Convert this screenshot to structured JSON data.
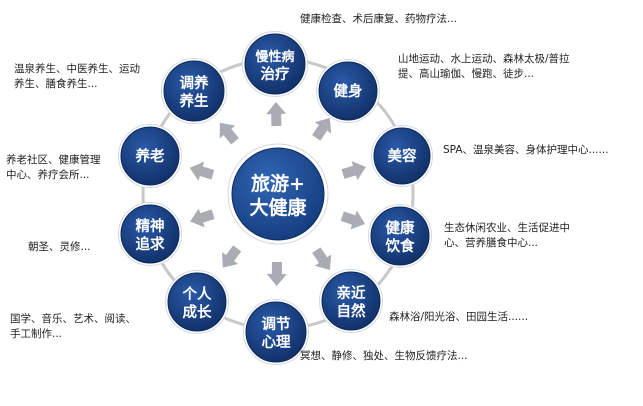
{
  "colors": {
    "node_fill": "#153a79",
    "node_edge": "#0c2a5c",
    "center_fill": "#1c4c96",
    "ring": "#c8c8c8",
    "arrow": "#a9adb3",
    "text": "#222222"
  },
  "center": {
    "line1": "旅游+",
    "line2": "大健康"
  },
  "nodes": [
    {
      "id": "chronic",
      "label1": "慢性病",
      "label2": "治疗",
      "desc": [
        "健康检查、术后康复、药物疗法..."
      ]
    },
    {
      "id": "fitness",
      "label1": "健身",
      "label2": "",
      "desc": [
        "山地运动、水上运动、森林太极/普拉",
        "提、高山瑜伽、慢跑、徒步..."
      ]
    },
    {
      "id": "beauty",
      "label1": "美容",
      "label2": "",
      "desc": [
        "SPA、温泉美容、身体护理中心......"
      ]
    },
    {
      "id": "diet",
      "label1": "健康",
      "label2": "饮食",
      "desc": [
        "生态休闲农业、生活促进中",
        "心、营养膳食中心..."
      ]
    },
    {
      "id": "nature",
      "label1": "亲近",
      "label2": "自然",
      "desc": [
        "森林浴/阳光浴、田园生活......"
      ]
    },
    {
      "id": "mind",
      "label1": "调节",
      "label2": "心理",
      "desc": [
        "冥想、静修、独处、生物反馈疗法..."
      ]
    },
    {
      "id": "growth",
      "label1": "个人",
      "label2": "成长",
      "desc": [
        "国学、音乐、艺术、阅读、",
        "手工制作..."
      ]
    },
    {
      "id": "spirit",
      "label1": "精神",
      "label2": "追求",
      "desc": [
        "朝圣、灵修..."
      ]
    },
    {
      "id": "elderly",
      "label1": "养老",
      "label2": "",
      "desc": [
        "养老社区、健康管理",
        "中心、养疗会所..."
      ]
    },
    {
      "id": "wellness",
      "label1": "调养",
      "label2": "养生",
      "desc": [
        "温泉养生、中医养生、运动",
        "养生、膳食养生..."
      ]
    }
  ]
}
